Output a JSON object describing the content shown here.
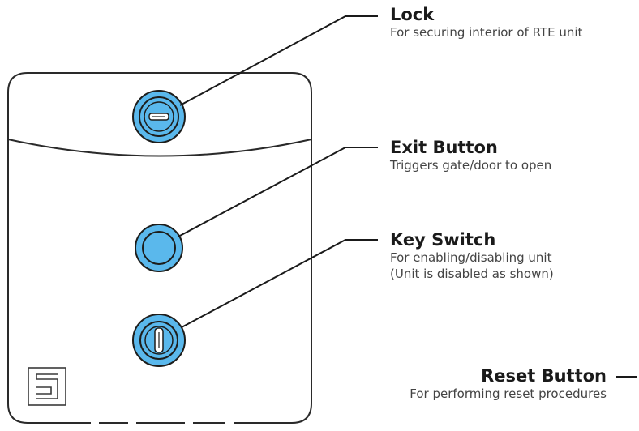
{
  "callouts": {
    "lock": {
      "title": "Lock",
      "desc": "For securing interior of RTE unit"
    },
    "exit": {
      "title": "Exit Button",
      "desc": "Triggers gate/door to open"
    },
    "key_switch": {
      "title": "Key Switch",
      "desc_line1": "For enabling/disabling unit",
      "desc_line2": "(Unit is disabled as shown)"
    },
    "reset": {
      "title": "Reset Button",
      "desc": "For performing reset procedures"
    }
  },
  "colors": {
    "accent_fill": "#5ab8ec",
    "accent_stroke": "#1d1d1b",
    "outline": "#2a2a2a"
  },
  "icons": [
    "lock-icon",
    "exit-button-icon",
    "key-switch-icon",
    "brand-logo-icon"
  ]
}
